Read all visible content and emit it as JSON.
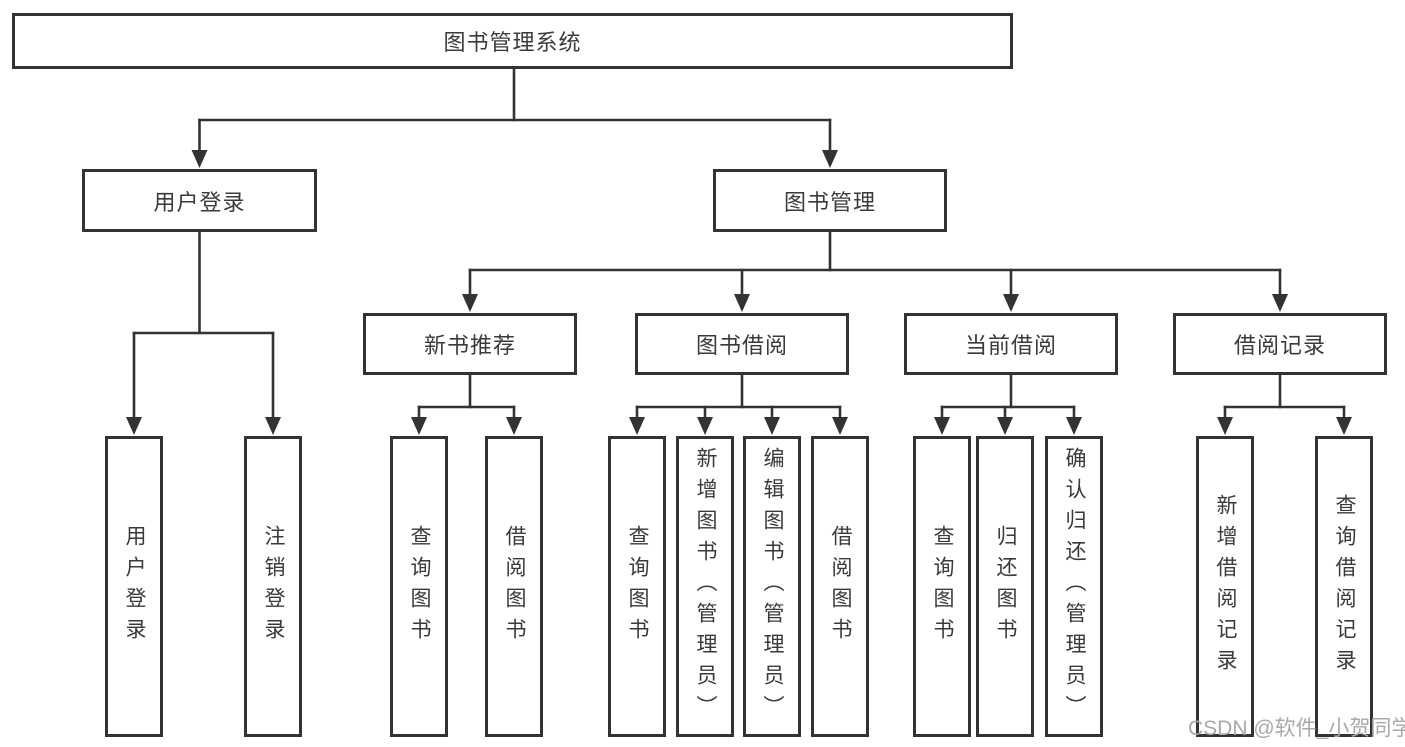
{
  "diagram": {
    "root": {
      "label": "图书管理系统"
    },
    "level2": [
      {
        "label": "用户登录"
      },
      {
        "label": "图书管理"
      }
    ],
    "level3": [
      {
        "label": "新书推荐"
      },
      {
        "label": "图书借阅"
      },
      {
        "label": "当前借阅"
      },
      {
        "label": "借阅记录"
      }
    ],
    "leaves": [
      {
        "label": "用户登录"
      },
      {
        "label": "注销登录"
      },
      {
        "label": "查询图书"
      },
      {
        "label": "借阅图书"
      },
      {
        "label": "查询图书"
      },
      {
        "label": "新增图书（管理员）"
      },
      {
        "label": "编辑图书（管理员）"
      },
      {
        "label": "借阅图书"
      },
      {
        "label": "查询图书"
      },
      {
        "label": "归还图书"
      },
      {
        "label": "确认归还（管理员）"
      },
      {
        "label": "新增借阅记录"
      },
      {
        "label": "查询借阅记录"
      }
    ]
  },
  "watermark": {
    "text": "CSDN @软件_小贺同学"
  },
  "colors": {
    "line": "#333333",
    "text": "#3a3a3a",
    "watermark": "#a9a9a9",
    "background": "#ffffff"
  }
}
